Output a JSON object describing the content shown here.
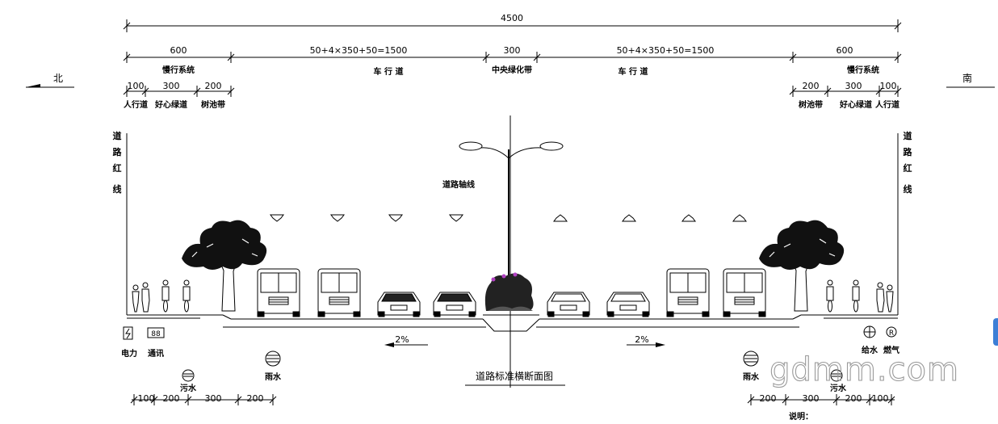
{
  "drawing": {
    "title": "道路标准横断面图",
    "axis_label": "道路轴线",
    "north": "北",
    "south": "南",
    "red_line": [
      "道",
      "路",
      "红",
      "线"
    ],
    "watermark": "gdmm.com",
    "note": "说明："
  },
  "dimensions": {
    "total": "4500",
    "left_slow": "600",
    "left_carriageway": "50+4×350+50=1500",
    "median": "300",
    "right_carriageway": "50+4×350+50=1500",
    "right_slow": "600",
    "left_sub": [
      "100",
      "300",
      "200"
    ],
    "right_sub": [
      "200",
      "300",
      "100"
    ],
    "bottom_left": [
      "100",
      "200",
      "300",
      "200"
    ],
    "bottom_right": [
      "200",
      "300",
      "200",
      "100"
    ]
  },
  "labels": {
    "slow_system": "慢行系统",
    "carriageway": "车 行 道",
    "median": "中央绿化带",
    "sidewalk": "人行道",
    "cycle_lane": "好心绿道",
    "tree_belt": "树池带"
  },
  "slopes": {
    "left": "2%",
    "right": "2%"
  },
  "utilities": {
    "power": "电力",
    "telecom": "通讯",
    "telecom_symbol": "88",
    "sewage": "污水",
    "rain": "雨水",
    "water": "给水",
    "gas": "燃气",
    "gas_symbol": "R"
  }
}
